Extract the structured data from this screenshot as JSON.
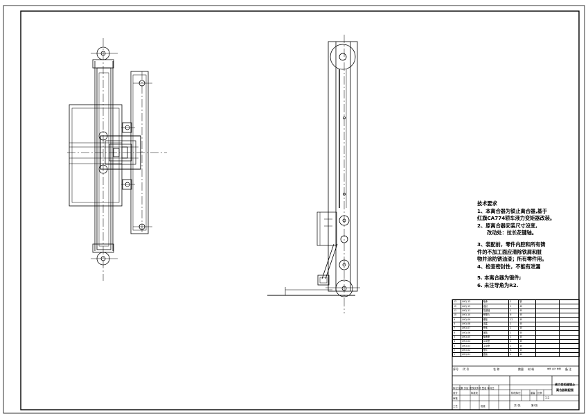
{
  "notes": {
    "title": "技术要求",
    "l1": "1、本离合器为锁止离合器,基于",
    "l2": "红旗CA774轿车液力变矩器改装。",
    "l3": "2、原离合器安装尺寸没变,",
    "l4": "改动处：拉长花键轴。",
    "l5": "3、装配前，零件内腔和所有铸",
    "l6": "件的不加工面应清除铁屑和脏",
    "l7": "物并涂防锈油漆；所有零件用。",
    "l8": "4、检查密封性，不能有泄漏",
    "l9": "5. 本离合器为锻件;",
    "l10": "6. 未注导角为R2."
  },
  "bom": {
    "rows": [
      [
        "13",
        "LHQ-13",
        "轴承",
        "1",
        "钢"
      ],
      [
        "12",
        "LHQ-12",
        "油封",
        "1",
        "45"
      ],
      [
        "11",
        "LHQ-11",
        "花键轴",
        "1",
        "45"
      ],
      [
        "10",
        "LHQ-10",
        "摩擦片",
        "6",
        "45"
      ],
      [
        "9",
        "LHQ-09",
        "螺栓",
        "12",
        "45"
      ],
      [
        "8",
        "LHQ-08",
        "活塞",
        "1",
        "45"
      ],
      [
        "7",
        "LHQ-07",
        "壳体",
        "1",
        "45"
      ],
      [
        "6",
        "LHQ-06",
        "弹簧",
        "1",
        "45"
      ],
      [
        "5",
        "LHQ-05",
        "轴承座",
        "1",
        "45"
      ],
      [
        "4",
        "LHQ-04",
        "从动盘",
        "1",
        "45"
      ],
      [
        "3",
        "LHQ-03",
        "主动盘",
        "1",
        "45"
      ],
      [
        "2",
        "LHQ-02",
        "垫片",
        "8",
        "45"
      ],
      [
        "1",
        "LHQ-01",
        "盖板",
        "1",
        "45"
      ]
    ],
    "header": {
      "no": "序号",
      "code": "代 号",
      "name": "名 称",
      "qty": "数量",
      "mat": "材 料",
      "weight": "单件 总计 重量",
      "remark": "备 注"
    }
  },
  "titleblock": {
    "drawing_title_1": "液力变矩器锁止",
    "drawing_title_2": "离合器装配图",
    "scale": "1:1",
    "sheet_total": "共1张",
    "sheet_no": "第1张",
    "stage_label": "阶段标记",
    "weight_label": "重量",
    "scale_label": "比例",
    "row_label_design": "设计",
    "row_label_check": "审核",
    "row_label_process": "工艺",
    "row_label_mark": "标记 处数 分区 更改文件号 签名 年月日",
    "standard_label": "标准化",
    "approve_label": "批准"
  }
}
